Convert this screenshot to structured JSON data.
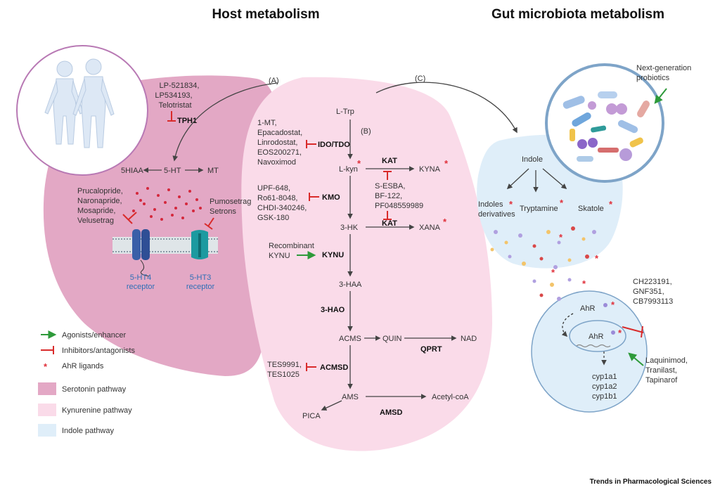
{
  "titles": {
    "host": "Host metabolism",
    "gut": "Gut microbiota metabolism"
  },
  "sections": {
    "a": "(A)",
    "b": "(B)",
    "c": "(C)"
  },
  "serotonin": {
    "tph1_inhibitors": [
      "LP-521834,",
      "LP534193,",
      "Telotristat"
    ],
    "tph1": "TPH1",
    "hiaa": "5HIAA",
    "ht": "5-HT",
    "mt": "MT",
    "ht4_agonists": [
      "Prucalopride,",
      "Naronapride,",
      "Mosapride,",
      "Velusetrag"
    ],
    "ht3_antagonists": [
      "Pumosetrag",
      "Setrons"
    ],
    "ht4_receptor": [
      "5-HT4",
      "receptor"
    ],
    "ht3_receptor": [
      "5-HT3",
      "receptor"
    ]
  },
  "kynurenine": {
    "ltrp": "L-Trp",
    "ido_inhibitors": [
      "1-MT,",
      "Epacadostat,",
      "Linrodostat,",
      "EOS200271,",
      "Navoximod"
    ],
    "ido_tdo": "IDO/TDO",
    "lkyn": "L-kyn",
    "kat1": "KAT",
    "kyna": "KYNA",
    "kat_inhibitors": [
      "S-ESBA,",
      "BF-122,",
      "PF048559989"
    ],
    "kmo_inhibitors": [
      "UPF-648,",
      "Ro61-8048,",
      "CHDI-340246,",
      "GSK-180"
    ],
    "kmo": "KMO",
    "hk3": "3-HK",
    "kat2": "KAT",
    "xana": "XANA",
    "kynu_agonist": [
      "Recombinant",
      "KYNU"
    ],
    "kynu": "KYNU",
    "haa3": "3-HAA",
    "hao3": "3-HAO",
    "acms": "ACMS",
    "quin": "QUIN",
    "nad": "NAD",
    "qprt": "QPRT",
    "acmsd_inhibitors": [
      "TES9991,",
      "TES1025"
    ],
    "acmsd": "ACMSD",
    "ams": "AMS",
    "acetyl": "Acetyl-coA",
    "pica": "PICA",
    "amsd": "AMSD"
  },
  "gut": {
    "ngp": [
      "Next-generation",
      "probiotics"
    ],
    "indole": "Indole",
    "indoles_deriv": [
      "Indoles",
      "derivatives"
    ],
    "tryptamine": "Tryptamine",
    "skatole": "Skatole",
    "ahr_antagonists": [
      "CH223191,",
      "GNF351,",
      "CB7993113"
    ],
    "ahr": "AhR",
    "ahr_agonists": [
      "Laquinimod,",
      "Tranilast,",
      "Tapinarof"
    ],
    "genes": [
      "cyp1a1",
      "cyp1a2",
      "cyp1b1"
    ]
  },
  "legend": {
    "agonists": "Agonists/enhancer",
    "inhibitors": "Inhibitors/antagonists",
    "ligands": "AhR ligands",
    "serotonin_pathway": "Serotonin pathway",
    "kynurenine_pathway": "Kynurenine pathway",
    "indole_pathway": "Indole pathway"
  },
  "colors": {
    "serotonin": "#e2a5c3",
    "kynurenine": "#f9dbe9",
    "indole": "#ddeef9",
    "inhibitor": "#d92b2b",
    "agonist": "#2e9a3a",
    "receptor_blue": "#2f6fb6"
  },
  "footer": "Trends in Pharmacological Sciences"
}
